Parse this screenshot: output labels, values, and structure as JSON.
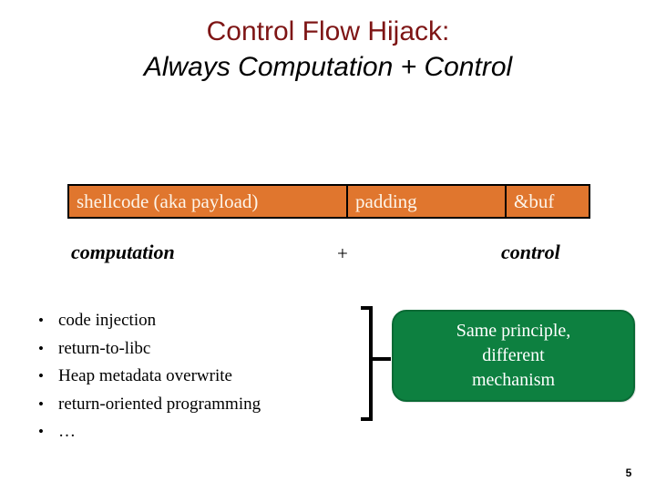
{
  "slide": {
    "background_color": "#ffffff",
    "page_number": "5"
  },
  "title": {
    "line1": "Control Flow Hijack:",
    "line1_color": "#7E1515",
    "line2": "Always Computation + Control",
    "line2_color": "#000000"
  },
  "memory_bar": {
    "fill_color": "#E0762E",
    "border_color": "#000000",
    "text_color": "#FDF5EA",
    "cells": [
      {
        "label": "shellcode (aka payload)"
      },
      {
        "label": "padding"
      },
      {
        "label": "&buf"
      }
    ]
  },
  "roles": {
    "computation": "computation",
    "plus": "+",
    "control": "control"
  },
  "bullets": [
    {
      "label": "code injection"
    },
    {
      "label": "return-to-libc"
    },
    {
      "label": "Heap metadata overwrite"
    },
    {
      "label": "return-oriented programming"
    },
    {
      "label": "…"
    }
  ],
  "callout": {
    "text": "Same principle,\ndifferent\nmechanism",
    "fill_color": "#0D8040",
    "text_color": "#FFFFFF"
  },
  "bracket": {
    "icon": "right-curly-brace-icon"
  }
}
